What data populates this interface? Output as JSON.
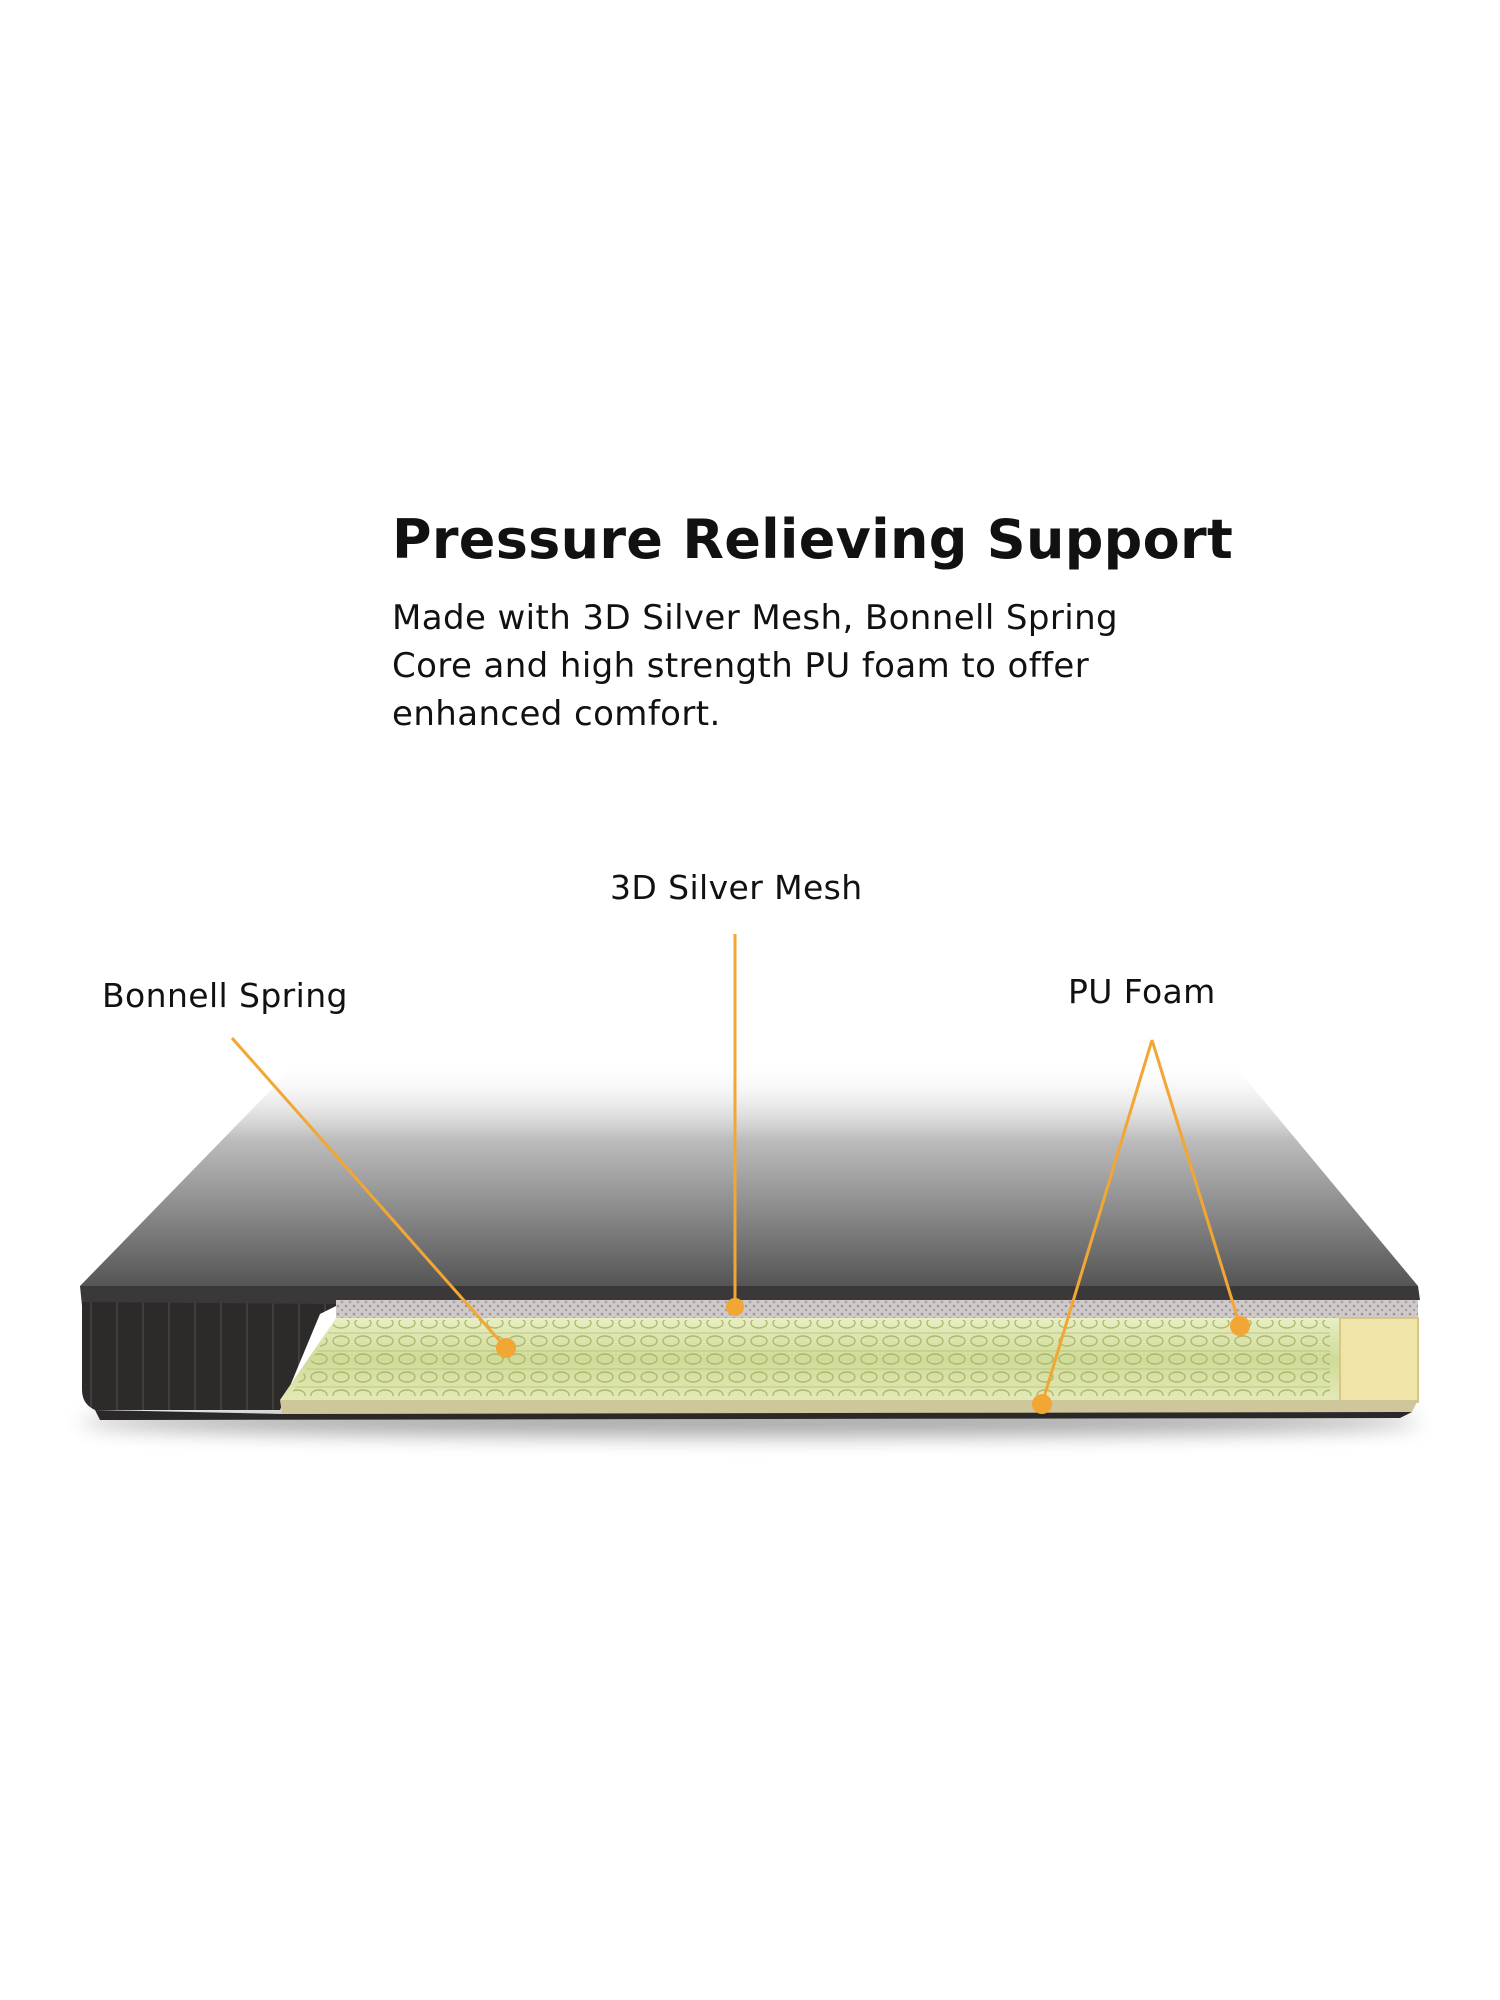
{
  "headline": "Pressure Relieving Support",
  "description": [
    "Made with 3D Silver Mesh, Bonnell Spring",
    "Core and high strength PU foam to offer",
    "enhanced comfort."
  ],
  "callouts": {
    "mesh": "3D Silver Mesh",
    "spring": "Bonnell Spring",
    "foam": "PU Foam"
  },
  "colors": {
    "leader": "#f2a634",
    "cover_top": "#8d8d8d",
    "cover_side": "#2b2828",
    "spring_layer": "#d8e2a8",
    "foam_layer": "#f0e3a8"
  }
}
